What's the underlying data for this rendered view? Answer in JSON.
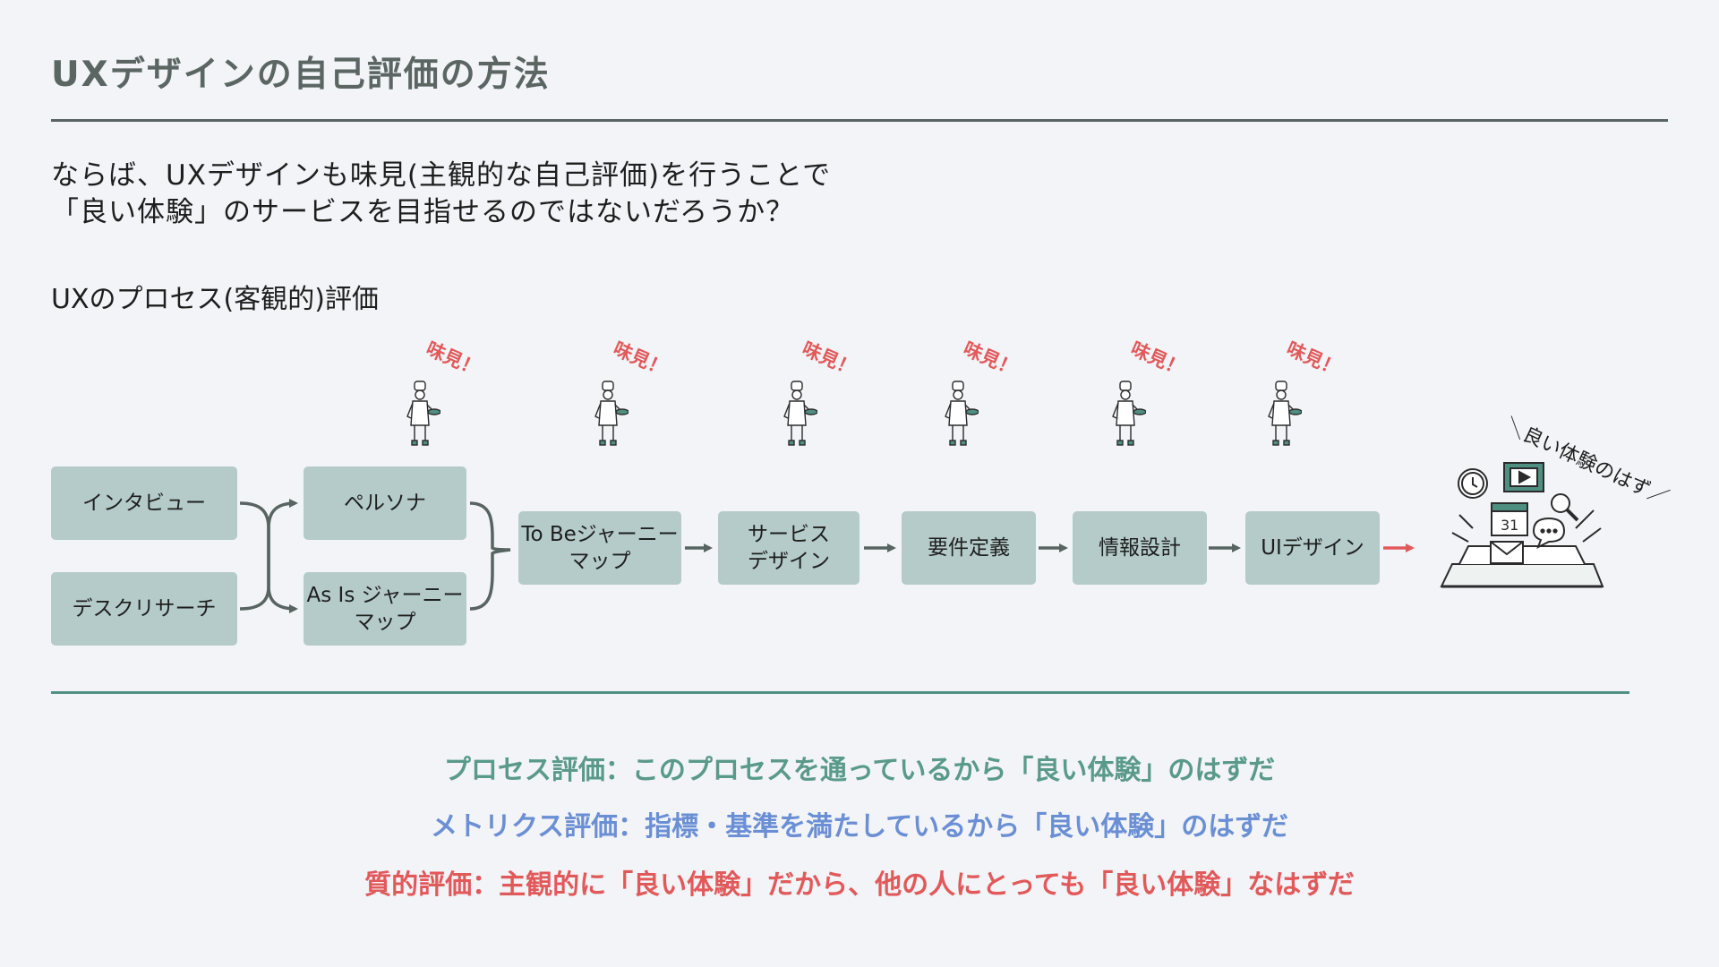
{
  "title": "UXデザインの自己評価の方法",
  "intro": {
    "line1": "ならば、UXデザインも味見(主観的な自己評価)を行うことで",
    "line2": "「良い体験」のサービスを目指せるのではないだろうか？"
  },
  "section_label": "UXのプロセス(客観的)評価",
  "steps": {
    "interview": "インタビュー",
    "desk_research": "デスクリサーチ",
    "persona": "ペルソナ",
    "asis_journey": "As Is ジャーニー\nマップ",
    "tobe_journey": "To Beジャーニー\nマップ",
    "service_design": "サービス\nデザイン",
    "requirements": "要件定義",
    "ia": "情報設計",
    "ui_design": "UIデザイン"
  },
  "tasting_label": "味見！",
  "good_experience_label": "＼良い体験のはず／",
  "evaluations": {
    "process": "プロセス評価：このプロセスを通っているから「良い体験」のはずだ",
    "metrics": "メトリクス評価：指標・基準を満たしているから「良い体験」のはずだ",
    "qualitative": "質的評価：主観的に「良い体験」だから、他の人にとっても「良い体験」なはずだ"
  },
  "colors": {
    "box_fill": "#b4cbc9",
    "arrow": "#586461",
    "accent_red": "#e2595a",
    "process_color": "#5a9a8a",
    "metrics_color": "#6b8fd4",
    "qualitative_color": "#e2595a"
  },
  "icons": [
    "chef-icon",
    "clock-icon",
    "play-icon",
    "search-icon",
    "calendar-icon",
    "chat-icon",
    "mail-icon",
    "tablet-icon"
  ]
}
